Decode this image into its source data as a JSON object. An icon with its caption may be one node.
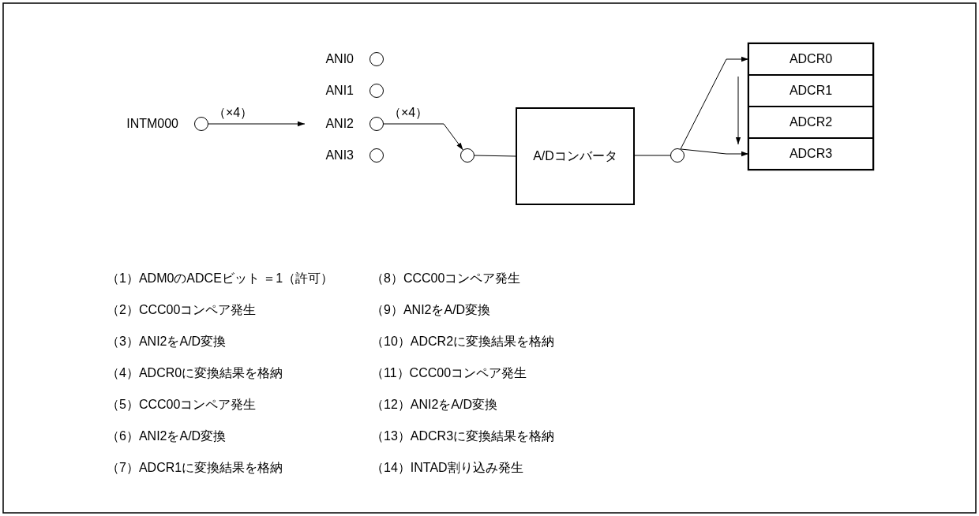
{
  "diagram": {
    "nodes": [
      {
        "text": [],
        "shape": "circle",
        "beside": [
          "INTM000"
        ]
      },
      {
        "text": [],
        "shape": "circle",
        "beside": [
          "ANI0"
        ]
      },
      {
        "text": [],
        "shape": "circle",
        "beside": [
          "ANI1"
        ]
      },
      {
        "text": [],
        "shape": "circle",
        "beside": [
          "ANI2"
        ]
      },
      {
        "text": [],
        "shape": "circle",
        "beside": [
          "ANI3"
        ]
      },
      {
        "text": [],
        "shape": "circle"
      },
      {
        "text": [
          "A/Dコンバータ"
        ]
      },
      {
        "text": [],
        "shape": "circle"
      },
      {
        "text": [
          "ADCR0"
        ]
      },
      {
        "text": [
          "ADCR1"
        ]
      },
      {
        "text": [
          "ADCR2"
        ]
      },
      {
        "text": [
          "ADCR3"
        ]
      }
    ],
    "edges": [
      {
        "from": 0,
        "to": 3,
        "arrow": "to",
        "label": "（×4）"
      },
      {
        "from": 3,
        "to": 5,
        "arrow": "to",
        "label": "（×4）"
      },
      {
        "from": 5,
        "to": 6,
        "arrow": "none"
      },
      {
        "from": 6,
        "to": 7,
        "arrow": "none"
      },
      {
        "from": 7,
        "to": 8,
        "arrow": "to"
      },
      {
        "from": 7,
        "to": 11,
        "arrow": "to"
      }
    ],
    "labels": [
      "（1）ADM0のADCEビット ＝1（許可）",
      "（8）CCC00コンペア発生",
      "（2）CCC00コンペア発生",
      "（9）ANI2をA/D変換",
      "（3）ANI2をA/D変換",
      "（10）ADCR2に変換結果を格納",
      "（4）ADCR0に変換結果を格納",
      "（11）CCC00コンペア発生",
      "（5）CCC00コンペア発生",
      "（12）ANI2をA/D変換",
      "（6）ANI2をA/D変換",
      "（13）ADCR3に変換結果を格納",
      "（7）ADCR1に変換結果を格納",
      "（14）INTAD割り込み発生"
    ]
  }
}
